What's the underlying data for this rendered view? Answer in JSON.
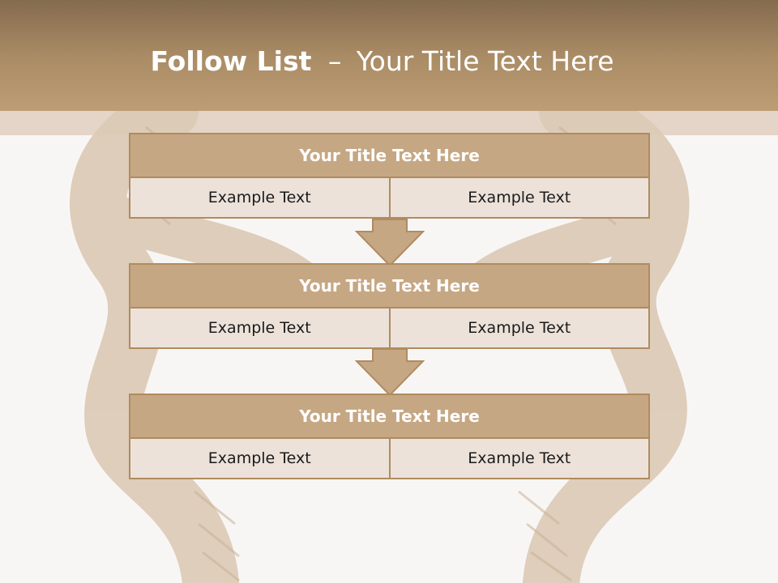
{
  "title": {
    "bold": "Follow List",
    "separator": "–",
    "rest": "Your Title Text Here"
  },
  "stages": [
    {
      "heading": "Your Title Text Here",
      "left": "Example Text",
      "right": "Example Text"
    },
    {
      "heading": "Your Title Text Here",
      "left": "Example Text",
      "right": "Example Text"
    },
    {
      "heading": "Your Title Text Here",
      "left": "Example Text",
      "right": "Example Text"
    }
  ],
  "colors": {
    "header_top": "#846b4e",
    "header_bottom": "#bd9d74",
    "box_fill": "#c6a783",
    "box_border": "#b08b5f",
    "cell_fill": "#ece2da"
  }
}
